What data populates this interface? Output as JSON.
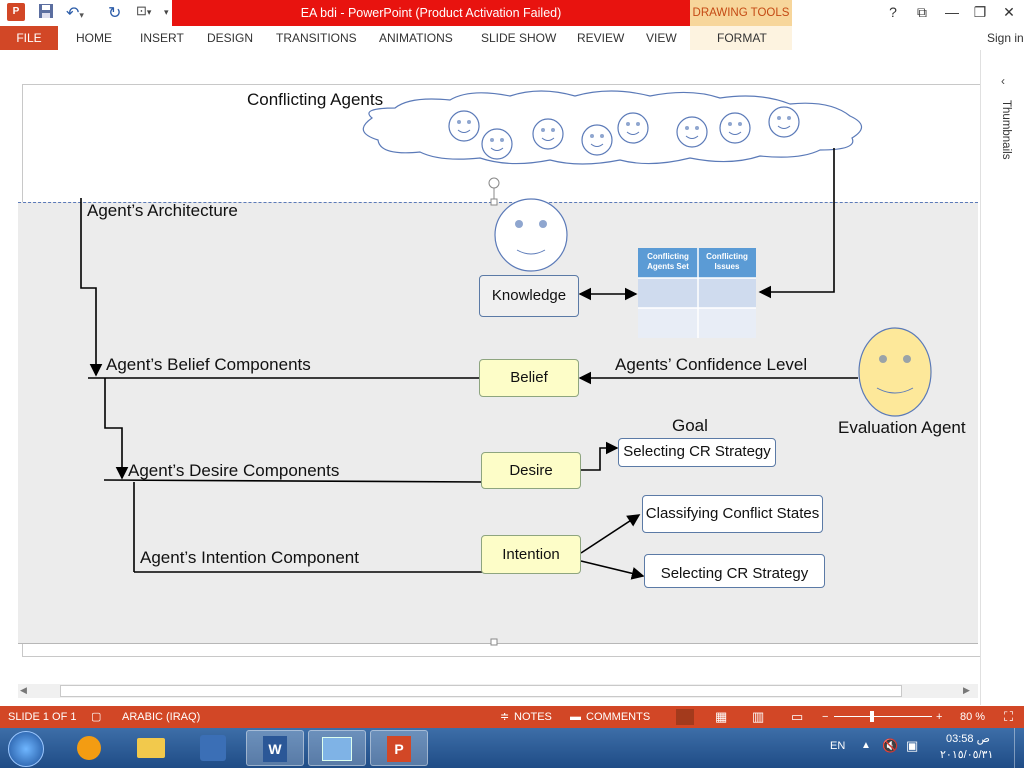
{
  "app": {
    "window_title": "EA bdi -  PowerPoint (Product Activation Failed)",
    "contextual_tab_group": "DRAWING TOOLS"
  },
  "window_controls": {
    "help": "?",
    "restore_ribbon": "⧉",
    "minimize": "—",
    "maximize": "❐",
    "close": "✕"
  },
  "ribbon": {
    "tabs": [
      "FILE",
      "HOME",
      "INSERT",
      "DESIGN",
      "TRANSITIONS",
      "ANIMATIONS",
      "SLIDE SHOW",
      "REVIEW",
      "VIEW",
      "FORMAT"
    ],
    "sign_in": "Sign in"
  },
  "side_pane": {
    "label": "Thumbnails"
  },
  "slide": {
    "cloud_title": "Conflicting Agents",
    "architecture_label": "Agent’s Architecture",
    "belief_components_label": "Agent’s Belief Components",
    "desire_components_label": "Agent’s Desire Components",
    "intention_component_label": "Agent’s Intention Component",
    "confidence_label": "Agents’ Confidence Level",
    "evaluation_agent_label": "Evaluation Agent",
    "goal_label": "Goal",
    "knowledge_box": "Knowledge",
    "belief_box": "Belief",
    "desire_box": "Desire",
    "intention_box": "Intention",
    "goal_strategy_box": "Selecting CR Strategy",
    "classifying_box": "Classifying Conflict States",
    "intention_strategy_box": "Selecting CR Strategy",
    "table_headers": [
      "Conflicting Agents Set",
      "Conflicting Issues"
    ]
  },
  "status_bar": {
    "slide_info": "SLIDE 1 OF 1",
    "language": "ARABIC (IRAQ)",
    "notes": "NOTES",
    "comments": "COMMENTS",
    "zoom": "80 %"
  },
  "taskbar": {
    "input_language": "EN",
    "time": "03:58 ص",
    "date": "٢٠١٥/٠٥/٣١"
  },
  "colors": {
    "title_red": "#e8130f",
    "accent_orange": "#d24726",
    "yellow_box": "#fdfdc8",
    "face_yellow": "#fde89a",
    "table_header_blue": "#5b9bd5"
  }
}
